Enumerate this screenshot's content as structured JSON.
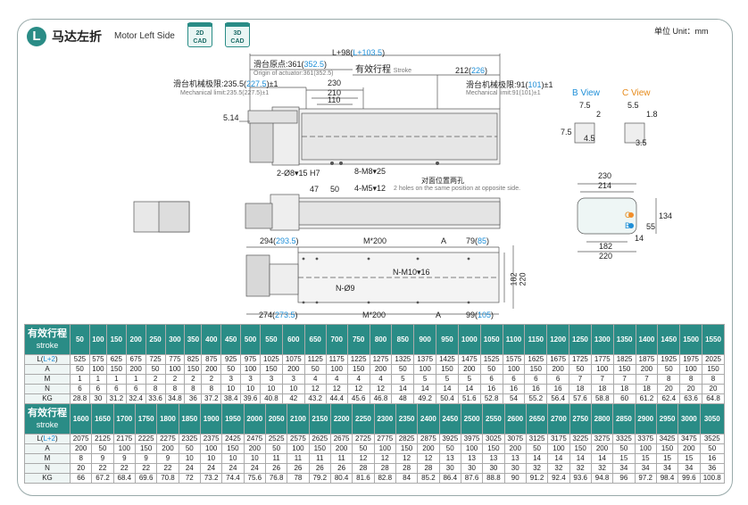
{
  "header": {
    "badge": "L",
    "title_cn": "马达左折",
    "title_en": "Motor Left Side",
    "cad_2d": "2D CAD",
    "cad_3d": "3D CAD",
    "unit": "单位 Unit：mm"
  },
  "dims": {
    "overall": "L+98(",
    "overall_c": "L+103.5",
    "origin_cn": "滑台原点:361(",
    "origin_c": "352.5",
    "origin_en": "Origin of actuator:361(352.5)",
    "stroke_cn": "有效行程",
    "stroke_en": "Stroke",
    "d212": "212(",
    "d212c": "226",
    "mlimit_l_cn": "滑台机械极限:235.5(",
    "mlimit_l_c": "227.5",
    "mlimit_l_tol": ")±1",
    "mlimit_l_en": "Mechanical limit:235.5(227.5)±1",
    "d230": "230",
    "d210": "210",
    "d110": "110",
    "mlimit_r_cn": "滑台机械极限:91(",
    "mlimit_r_c": "101",
    "mlimit_r_tol": ")±1",
    "mlimit_r_en": "Mechanical limit:91(101)±1",
    "d514": "5.14",
    "holes_d8": "2-Ø8▾15 H7",
    "holes_m8": "8-M8▾25",
    "d47": "47",
    "d50": "50",
    "holes_m5": "4-M5▾12",
    "holes_note_cn": "对面位置两孔",
    "holes_note_en": "2 holes on the same position at opposite side.",
    "d294": "294(",
    "d294c": "293.5",
    "m200_top": "M*200",
    "a_top": "A",
    "d79": "79(",
    "d79c": "85",
    "nm10": "N-M10▾16",
    "n9": "N-Ø9",
    "d182": "182",
    "d220v": "220",
    "d274": "274(",
    "d274c": "273.5",
    "m200_bot": "M*200",
    "a_bot": "A",
    "d99": "99(",
    "d99c": "105",
    "bview": "B View",
    "cview": "C View",
    "b75": "7.5",
    "b2": "2",
    "b75v": "7.5",
    "b45": "4.5",
    "c55": "5.5",
    "c18": "1.8",
    "c35": "3.5",
    "s230": "230",
    "s214": "214",
    "s134": "134",
    "s55": "55",
    "s14": "14",
    "s182": "182",
    "s220": "220",
    "c_mark": "C",
    "b_mark": "B"
  },
  "table1": {
    "head_cn": "有效行程",
    "head_en": "stroke",
    "strokes": [
      "50",
      "100",
      "150",
      "200",
      "250",
      "300",
      "350",
      "400",
      "450",
      "500",
      "550",
      "600",
      "650",
      "700",
      "750",
      "800",
      "850",
      "900",
      "950",
      "1000",
      "1050",
      "1100",
      "1150",
      "1200",
      "1250",
      "1300",
      "1350",
      "1400",
      "1450",
      "1500",
      "1550"
    ],
    "rows": [
      {
        "label": "L(L+2)",
        "values": [
          "525",
          "575",
          "625",
          "675",
          "725",
          "775",
          "825",
          "875",
          "925",
          "975",
          "1025",
          "1075",
          "1125",
          "1175",
          "1225",
          "1275",
          "1325",
          "1375",
          "1425",
          "1475",
          "1525",
          "1575",
          "1625",
          "1675",
          "1725",
          "1775",
          "1825",
          "1875",
          "1925",
          "1975",
          "2025"
        ]
      },
      {
        "label": "A",
        "values": [
          "50",
          "100",
          "150",
          "200",
          "50",
          "100",
          "150",
          "200",
          "50",
          "100",
          "150",
          "200",
          "50",
          "100",
          "150",
          "200",
          "50",
          "100",
          "150",
          "200",
          "50",
          "100",
          "150",
          "200",
          "50",
          "100",
          "150",
          "200",
          "50",
          "100",
          "150"
        ]
      },
      {
        "label": "M",
        "values": [
          "1",
          "1",
          "1",
          "1",
          "2",
          "2",
          "2",
          "2",
          "3",
          "3",
          "3",
          "3",
          "4",
          "4",
          "4",
          "4",
          "5",
          "5",
          "5",
          "5",
          "6",
          "6",
          "6",
          "6",
          "7",
          "7",
          "7",
          "7",
          "8",
          "8",
          "8"
        ]
      },
      {
        "label": "N",
        "values": [
          "6",
          "6",
          "6",
          "6",
          "8",
          "8",
          "8",
          "8",
          "10",
          "10",
          "10",
          "10",
          "12",
          "12",
          "12",
          "12",
          "14",
          "14",
          "14",
          "14",
          "16",
          "16",
          "16",
          "16",
          "18",
          "18",
          "18",
          "18",
          "20",
          "20",
          "20"
        ]
      },
      {
        "label": "KG",
        "values": [
          "28.8",
          "30",
          "31.2",
          "32.4",
          "33.6",
          "34.8",
          "36",
          "37.2",
          "38.4",
          "39.6",
          "40.8",
          "42",
          "43.2",
          "44.4",
          "45.6",
          "46.8",
          "48",
          "49.2",
          "50.4",
          "51.6",
          "52.8",
          "54",
          "55.2",
          "56.4",
          "57.6",
          "58.8",
          "60",
          "61.2",
          "62.4",
          "63.6",
          "64.8"
        ]
      }
    ]
  },
  "table2": {
    "head_cn": "有效行程",
    "head_en": "stroke",
    "strokes": [
      "1600",
      "1650",
      "1700",
      "1750",
      "1800",
      "1850",
      "1900",
      "1950",
      "2000",
      "2050",
      "2100",
      "2150",
      "2200",
      "2250",
      "2300",
      "2350",
      "2400",
      "2450",
      "2500",
      "2550",
      "2600",
      "2650",
      "2700",
      "2750",
      "2800",
      "2850",
      "2900",
      "2950",
      "3000",
      "3050"
    ],
    "rows": [
      {
        "label": "L(L+2)",
        "values": [
          "2075",
          "2125",
          "2175",
          "2225",
          "2275",
          "2325",
          "2375",
          "2425",
          "2475",
          "2525",
          "2575",
          "2625",
          "2675",
          "2725",
          "2775",
          "2825",
          "2875",
          "3925",
          "3975",
          "3025",
          "3075",
          "3125",
          "3175",
          "3225",
          "3275",
          "3325",
          "3375",
          "3425",
          "3475",
          "3525"
        ]
      },
      {
        "label": "A",
        "values": [
          "200",
          "50",
          "100",
          "150",
          "200",
          "50",
          "100",
          "150",
          "200",
          "50",
          "100",
          "150",
          "200",
          "50",
          "100",
          "150",
          "200",
          "50",
          "100",
          "150",
          "200",
          "50",
          "100",
          "150",
          "200",
          "50",
          "100",
          "150",
          "200",
          "50"
        ]
      },
      {
        "label": "M",
        "values": [
          "8",
          "9",
          "9",
          "9",
          "9",
          "10",
          "10",
          "10",
          "10",
          "11",
          "11",
          "11",
          "11",
          "12",
          "12",
          "12",
          "12",
          "13",
          "13",
          "13",
          "13",
          "14",
          "14",
          "14",
          "14",
          "15",
          "15",
          "15",
          "15",
          "16"
        ]
      },
      {
        "label": "N",
        "values": [
          "20",
          "22",
          "22",
          "22",
          "22",
          "24",
          "24",
          "24",
          "24",
          "26",
          "26",
          "26",
          "26",
          "28",
          "28",
          "28",
          "28",
          "30",
          "30",
          "30",
          "30",
          "32",
          "32",
          "32",
          "32",
          "34",
          "34",
          "34",
          "34",
          "36"
        ]
      },
      {
        "label": "KG",
        "values": [
          "66",
          "67.2",
          "68.4",
          "69.6",
          "70.8",
          "72",
          "73.2",
          "74.4",
          "75.6",
          "76.8",
          "78",
          "79.2",
          "80.4",
          "81.6",
          "82.8",
          "84",
          "85.2",
          "86.4",
          "87.6",
          "88.8",
          "90",
          "91.2",
          "92.4",
          "93.6",
          "94.8",
          "96",
          "97.2",
          "98.4",
          "99.6",
          "100.8"
        ]
      }
    ]
  }
}
